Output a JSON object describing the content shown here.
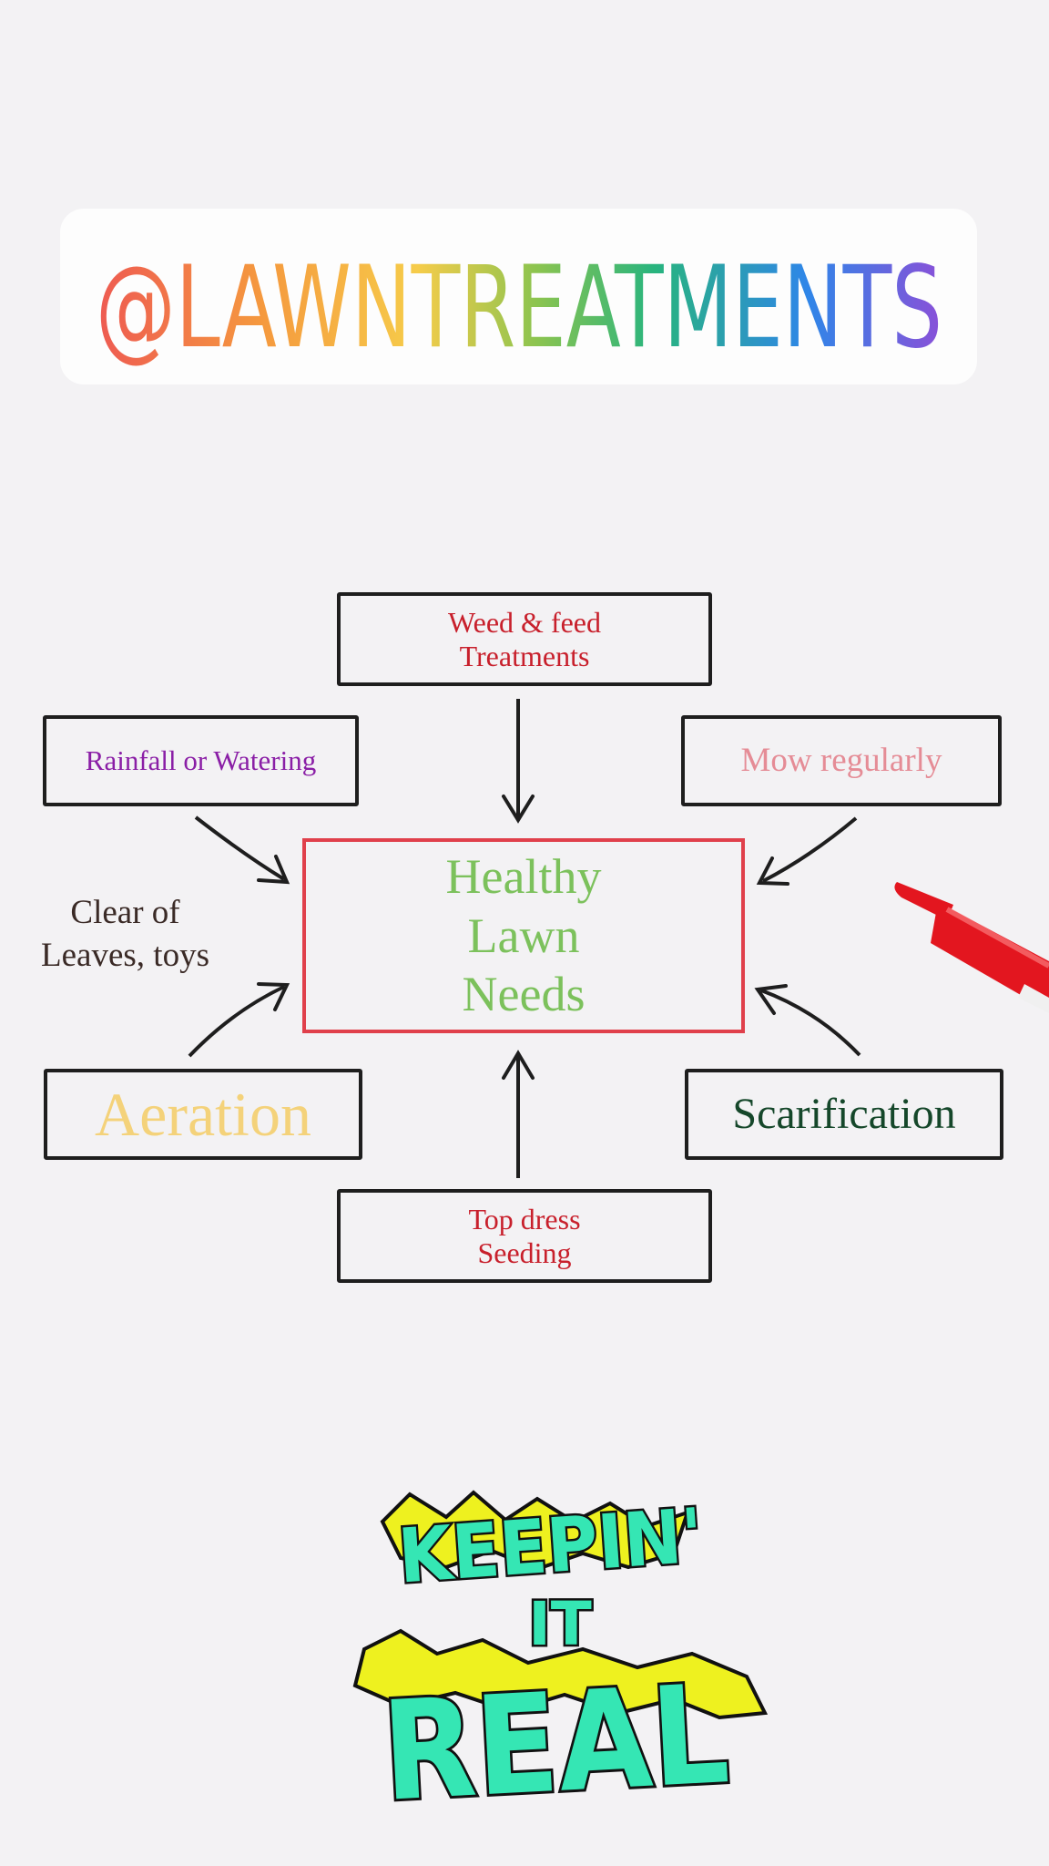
{
  "handle": {
    "text": "@LAWNTREATMENTS"
  },
  "diagram": {
    "center": {
      "lines": [
        "Healthy",
        "Lawn",
        "Needs"
      ],
      "color": "#7cc15c"
    },
    "boxes": {
      "weed_feed": {
        "lines": [
          "Weed & feed",
          "Treatments"
        ],
        "color": "#c8202c"
      },
      "rainfall": {
        "lines": [
          "Rainfall or Watering"
        ],
        "color": "#8a1ea6"
      },
      "mow": {
        "lines": [
          "Mow regularly"
        ],
        "color": "#e58c96"
      },
      "aeration": {
        "lines": [
          "Aeration"
        ],
        "color": "#f4d27a"
      },
      "scarification": {
        "lines": [
          "Scarification"
        ],
        "color": "#15472a"
      },
      "top_dress": {
        "lines": [
          "Top dress",
          "Seeding"
        ],
        "color": "#c8202c"
      }
    },
    "free_text": {
      "lines": [
        "Clear of",
        "Leaves, toys"
      ],
      "color": "#3a2a26"
    }
  },
  "sticker": {
    "lines": [
      "KEEPIN'",
      "IT",
      "REAL"
    ]
  },
  "colors": {
    "background": "#f3f2f4",
    "box_border": "#1e1e1e",
    "center_border": "#e0404b",
    "marker_red": "#e3161f",
    "sticker_teal": "#35e6b4",
    "sticker_yellow": "#eef11f"
  }
}
